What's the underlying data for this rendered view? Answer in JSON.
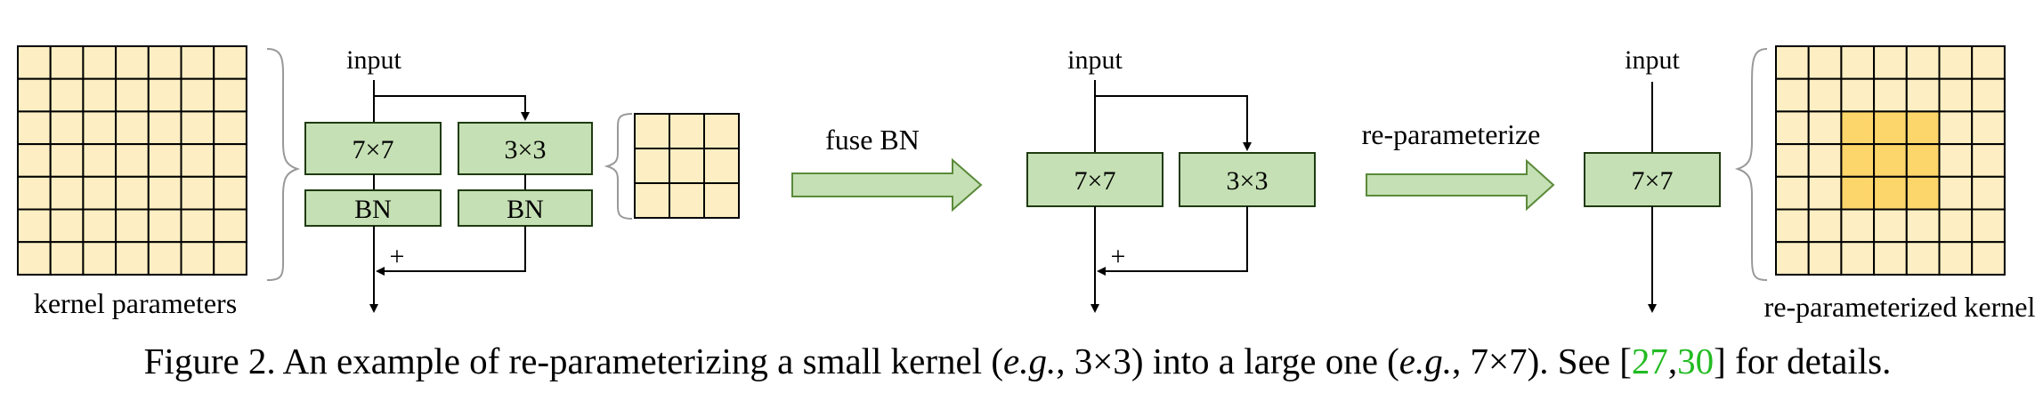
{
  "colors": {
    "cell_fill": "#fdefc3",
    "cell_highlight": "#fdd66b",
    "block_fill": "#c5e0b4",
    "block_stroke": "#1f3b10",
    "arrow_fill": "#c5e0b4",
    "arrow_stroke": "#5a8a3a",
    "ref_color": "#22bb22"
  },
  "labels": {
    "input_1": "input",
    "input_2": "input",
    "input_3": "input",
    "kernel_parameters": "kernel parameters",
    "reparameterized_kernel": "re-parameterized kernel",
    "conv7_1": "7×7",
    "conv3_1": "3×3",
    "bn_1": "BN",
    "bn_2": "BN",
    "conv7_2": "7×7",
    "conv3_2": "3×3",
    "conv7_3": "7×7",
    "plus_1": "+",
    "plus_2": "+",
    "fuse_bn": "fuse BN",
    "reparameterize": "re-parameterize"
  },
  "grids": {
    "large_kernel_size": 7,
    "small_kernel_size": 3,
    "highlight_center_size": 3
  },
  "caption": {
    "prefix": "Figure 2. An example of re-parameterizing a small kernel (",
    "eg1": "e.g.",
    "mid1": ", 3×3) into a large one (",
    "eg2": "e.g.",
    "mid2": ", 7×7). See [",
    "ref1": "27",
    "comma": ",",
    "ref2": "30",
    "suffix": "] for details."
  }
}
